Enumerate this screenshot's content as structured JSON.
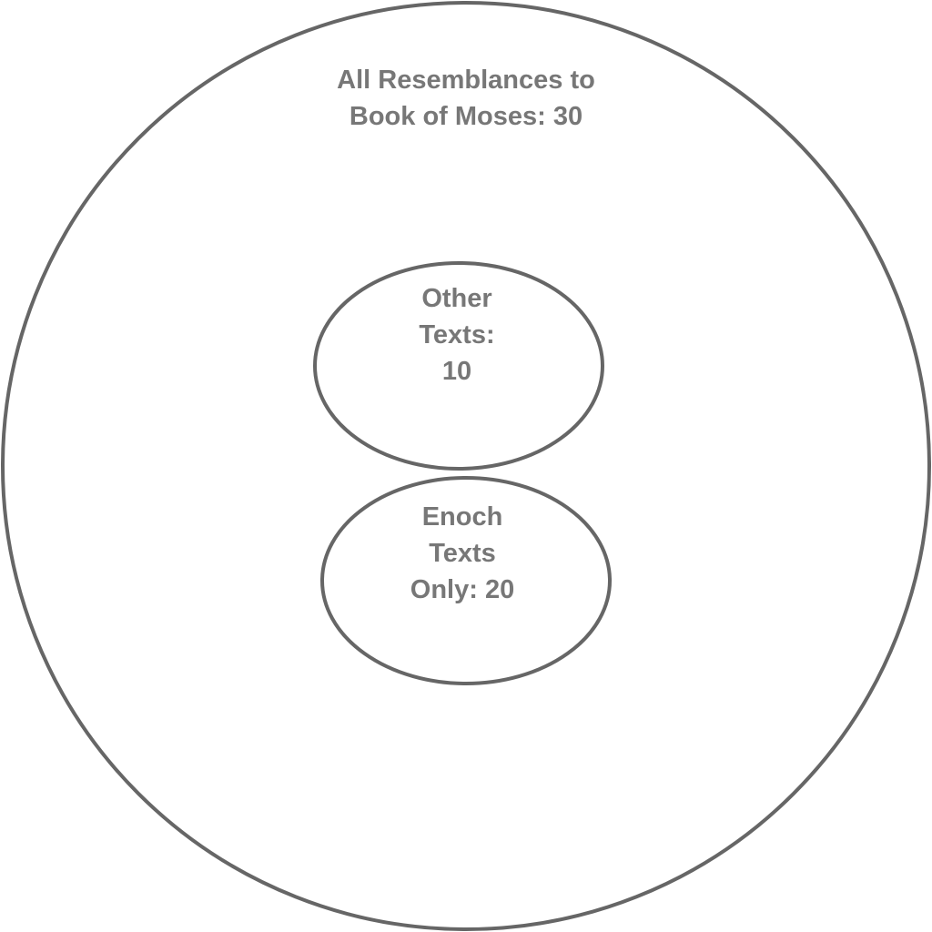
{
  "diagram": {
    "outer": {
      "title_line1": "All Resemblances to",
      "title_line2": "Book of Moses: 30"
    },
    "other": {
      "line1": "Other",
      "line2": "Texts:",
      "line3": "10"
    },
    "enoch": {
      "line1": "Enoch",
      "line2": "Texts",
      "line3": "Only: 20"
    },
    "stroke_color": "#666666",
    "text_color": "#777777"
  }
}
